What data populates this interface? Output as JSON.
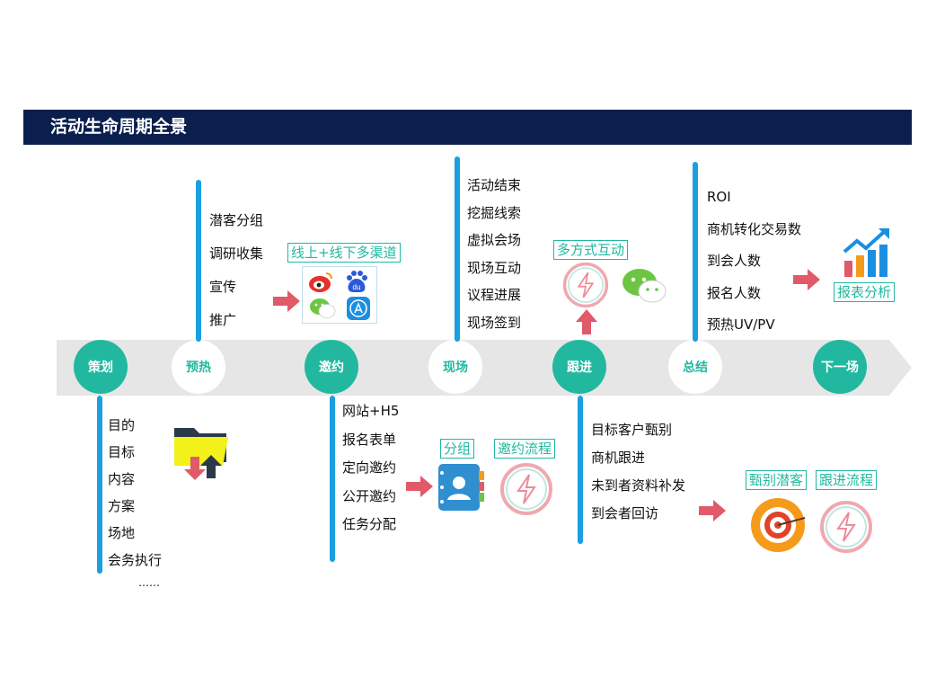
{
  "title": "活动生命周期全景",
  "stages": [
    "策划",
    "预热",
    "邀约",
    "现场",
    "跟进",
    "总结",
    "下一场"
  ],
  "planning_items": [
    "目的",
    "目标",
    "内容",
    "方案",
    "场地",
    "会务执行",
    "……"
  ],
  "warmup_items": [
    "潜客分组",
    "调研收集",
    "宣传",
    "推广"
  ],
  "warmup_label": "线上+线下多渠道",
  "invite_items": [
    "网站+H5",
    "报名表单",
    "定向邀约",
    "公开邀约",
    "任务分配"
  ],
  "invite_labels": [
    "分组",
    "邀约流程"
  ],
  "onsite_items": [
    "活动结束",
    "挖掘线索",
    "虚拟会场",
    "现场互动",
    "议程进展",
    "现场签到"
  ],
  "onsite_label": "多方式互动",
  "followup_items": [
    "目标客户甄别",
    "商机跟进",
    "未到者资料补发",
    "到会者回访"
  ],
  "followup_labels": [
    "甄别潜客",
    "跟进流程"
  ],
  "summary_items": [
    "ROI",
    "商机转化交易数",
    "到会人数",
    "报名人数",
    "预热UV/PV"
  ],
  "summary_label": "报表分析",
  "colors": {
    "navy": "#0b1f4e",
    "teal": "#22b8a0",
    "blue": "#1aa0e0",
    "arrow_red": "#e05a6a",
    "band": "#e6e6e6"
  },
  "icons": [
    "weibo-icon",
    "baidu-icon",
    "wechat-icon",
    "app-store-icon",
    "folder-upload-icon",
    "contacts-book-icon",
    "lightning-icon",
    "target-icon",
    "bar-chart-icon"
  ]
}
